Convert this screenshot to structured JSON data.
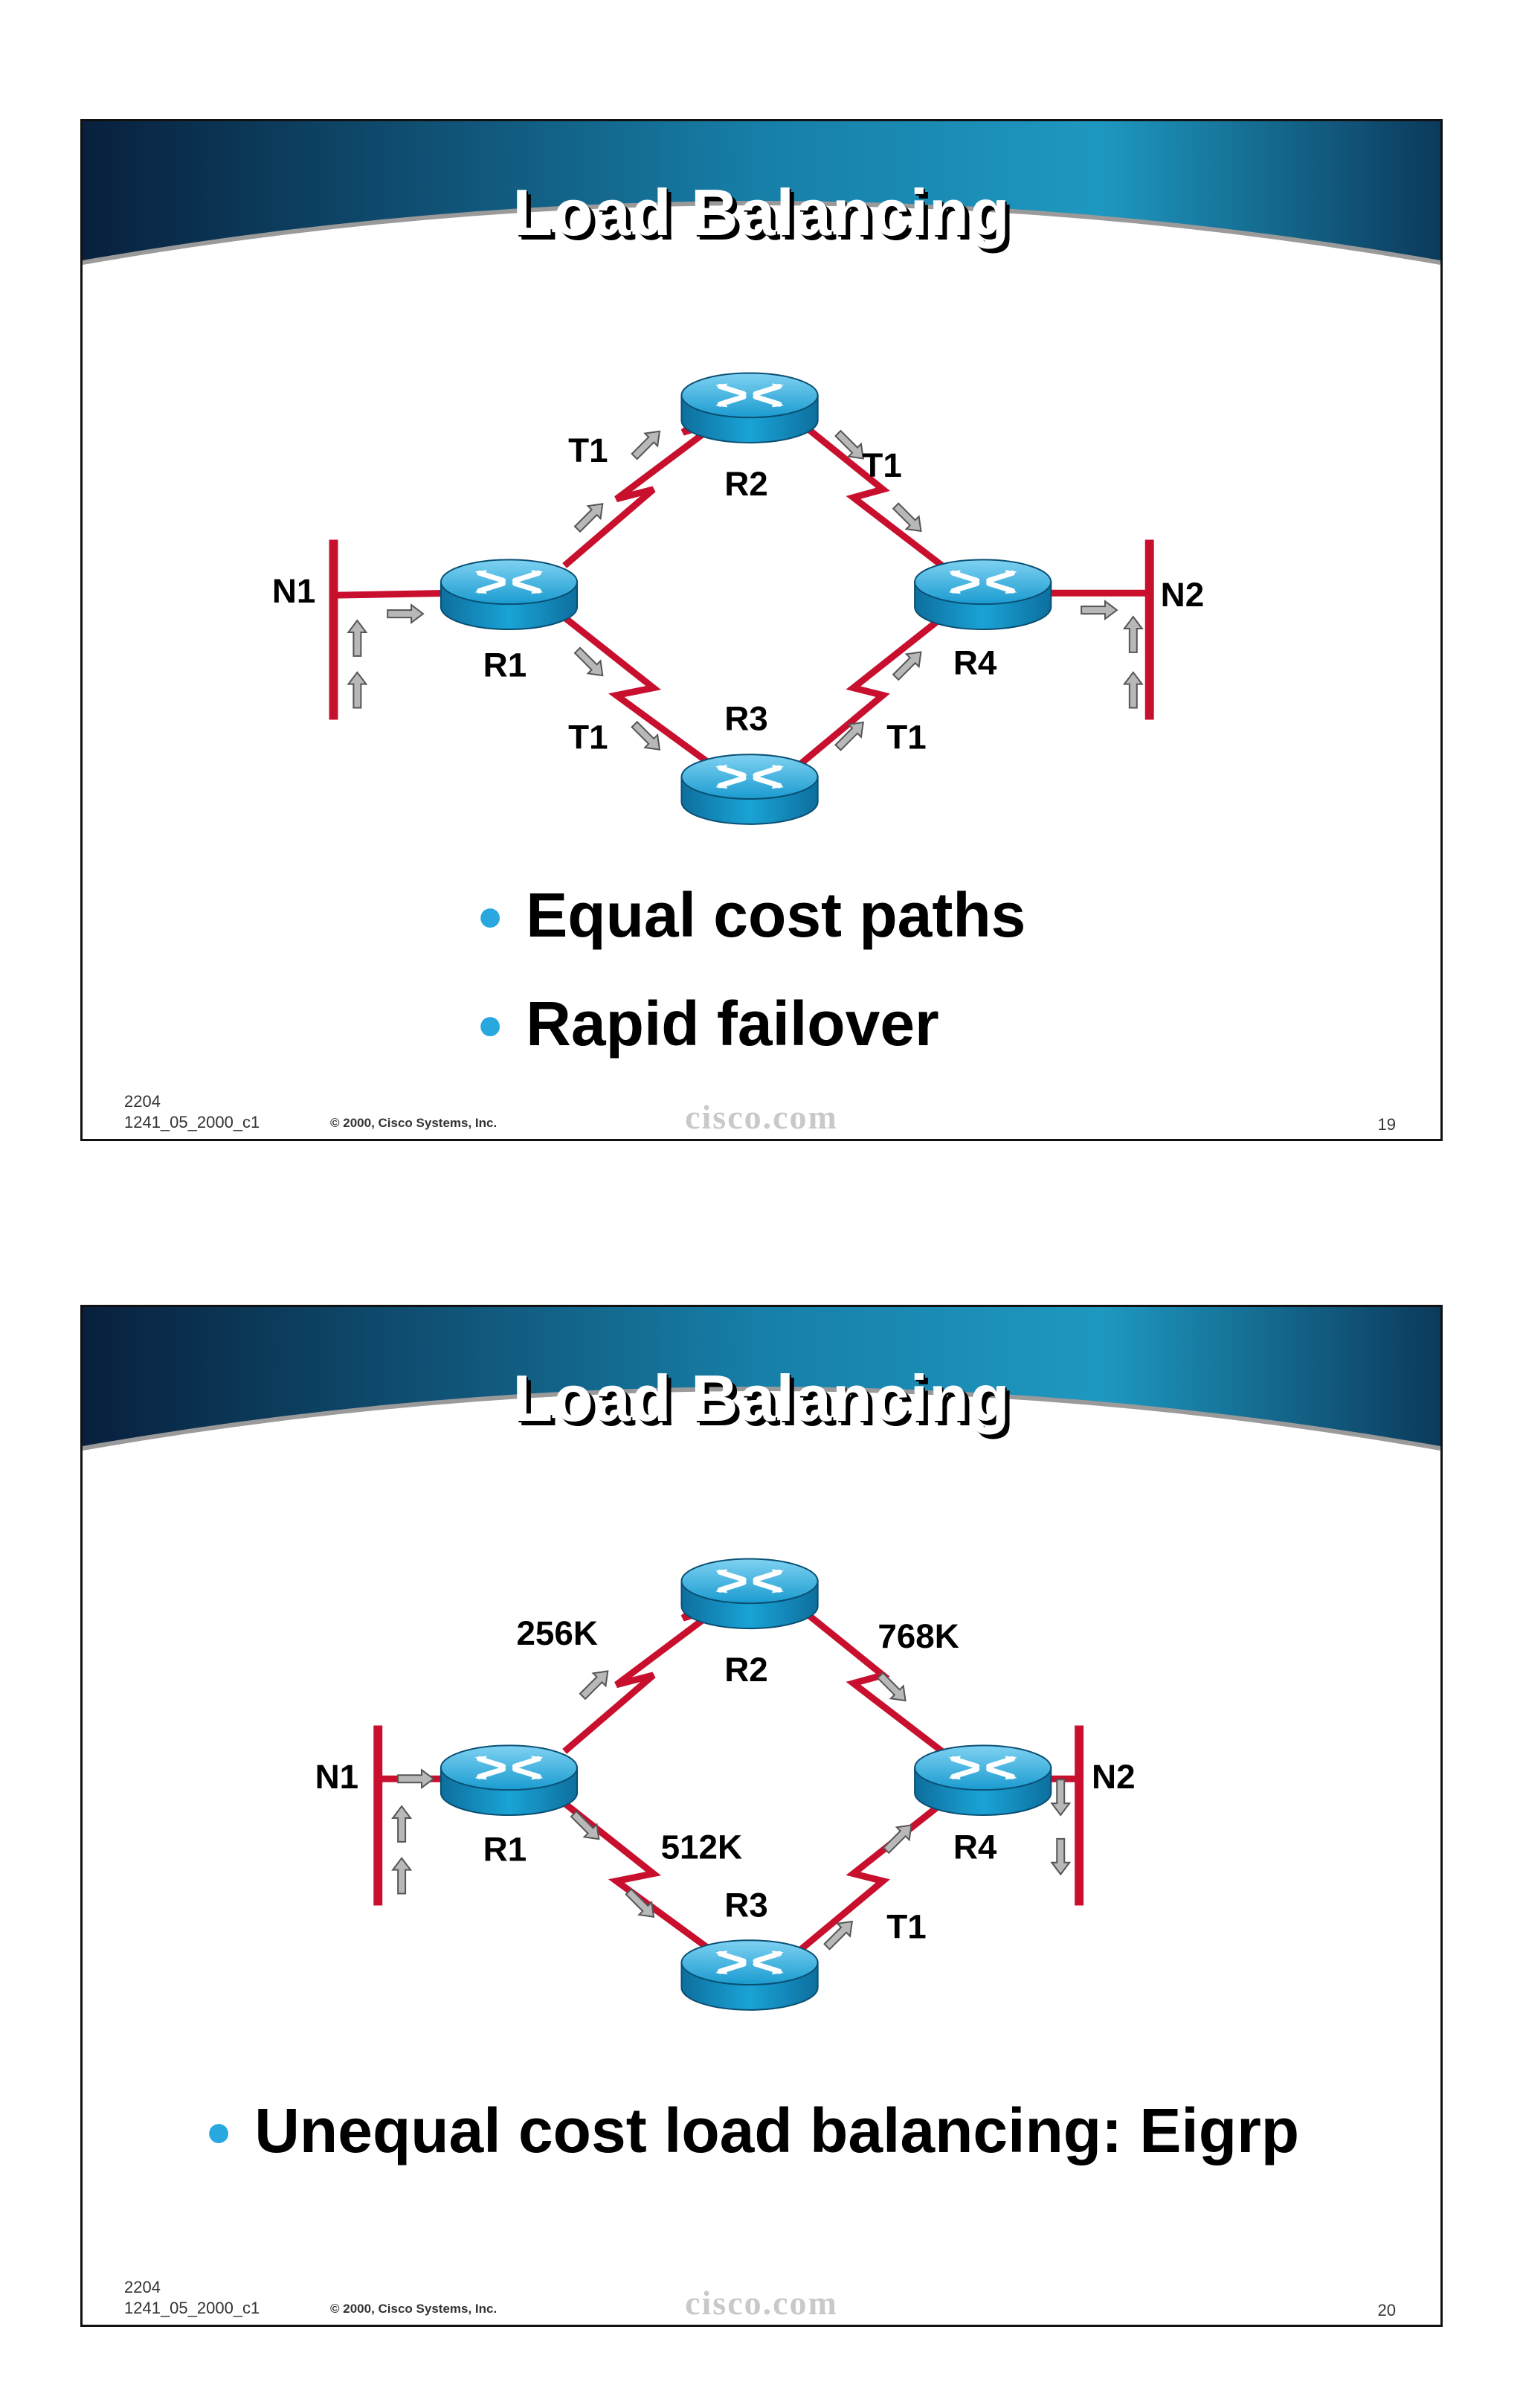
{
  "slides": [
    {
      "title": "Load Balancing",
      "labels": {
        "n1": "N1",
        "n2": "N2",
        "r1": "R1",
        "r2": "R2",
        "r3": "R3",
        "r4": "R4",
        "link_r1_r2": "T1",
        "link_r2_r4": "T1",
        "link_r1_r3": "T1",
        "link_r3_r4": "T1"
      },
      "bullets": [
        "Equal cost paths",
        "Rapid failover"
      ],
      "footer": {
        "code_line1": "2204",
        "code_line2": "1241_05_2000_c1",
        "copyright": "© 2000, Cisco Systems, Inc.",
        "brand": "cisco.com",
        "page": "19"
      }
    },
    {
      "title": "Load Balancing",
      "labels": {
        "n1": "N1",
        "n2": "N2",
        "r1": "R1",
        "r2": "R2",
        "r3": "R3",
        "r4": "R4",
        "link_r1_r2": "256K",
        "link_r2_r4": "768K",
        "link_r1_r3": "512K",
        "link_r3_r4": "T1"
      },
      "bullets": [
        "Unequal cost load balancing: Eigrp"
      ],
      "footer": {
        "code_line1": "2204",
        "code_line2": "1241_05_2000_c1",
        "copyright": "© 2000, Cisco Systems, Inc.",
        "brand": "cisco.com",
        "page": "20"
      }
    }
  ],
  "colors": {
    "banner_dark": "#0a2a4a",
    "banner_light": "#1b8fb5",
    "link": "#c8102e",
    "router": "#1a9bd0",
    "bullet": "#29a8e0"
  },
  "icons": {
    "router": "router-icon",
    "arrow": "traffic-arrow-icon"
  }
}
